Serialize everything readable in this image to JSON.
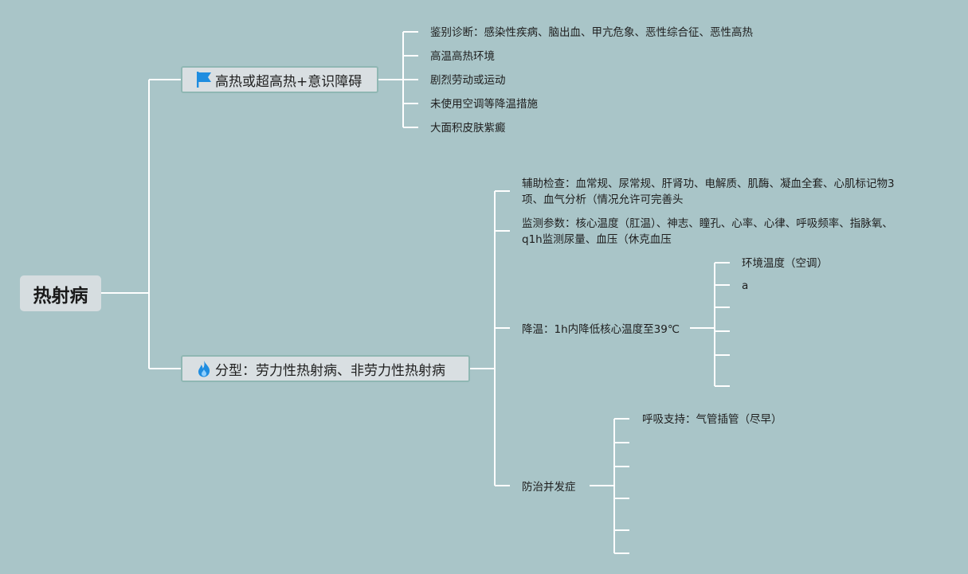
{
  "colors": {
    "background": "#a9c5c8",
    "connector": "#ffffff",
    "flag": "#1f8de0",
    "flame": "#1f8de0"
  },
  "root": {
    "label": "热射病"
  },
  "branches": [
    {
      "label": "高热或超高热+意识障碍",
      "icon": "flag-icon",
      "children": [
        "鉴别诊断：感染性疾病、脑出血、甲亢危象、恶性综合征、恶性高热",
        "高温高热环境",
        "剧烈劳动或运动",
        "未使用空调等降温措施",
        "大面积皮肤紫癜"
      ]
    },
    {
      "label": "分型：劳力性热射病、非劳力性热射病",
      "icon": "flame-icon",
      "children": [
        {
          "label": "辅助检查：血常规、尿常规、肝肾功、电解质、肌酶、凝血全套、心肌标记物3项、血气分析（情况允许可完善头"
        },
        {
          "label": "监测参数：核心温度（肛温）、神志、瞳孔、心率、心律、呼吸频率、指脉氧、q1h监测尿量、血压（休克血压"
        },
        {
          "label": "降温：1h内降低核心温度至39℃",
          "children": [
            "环境温度（空调）",
            "a",
            "",
            "",
            "",
            ""
          ]
        },
        {
          "label": "防治并发症",
          "children": [
            "呼吸支持：气管插管（尽早）",
            "",
            "",
            "",
            "",
            "",
            ""
          ]
        }
      ]
    }
  ]
}
